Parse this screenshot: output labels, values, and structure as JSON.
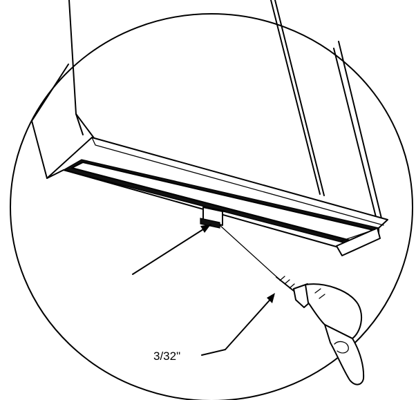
{
  "diagram": {
    "drill_bit_label": "3/32\""
  },
  "colors": {
    "line": "#000000",
    "background": "#ffffff"
  },
  "icons": [
    "door-illustration",
    "drill-icon",
    "pointer-arrow"
  ]
}
